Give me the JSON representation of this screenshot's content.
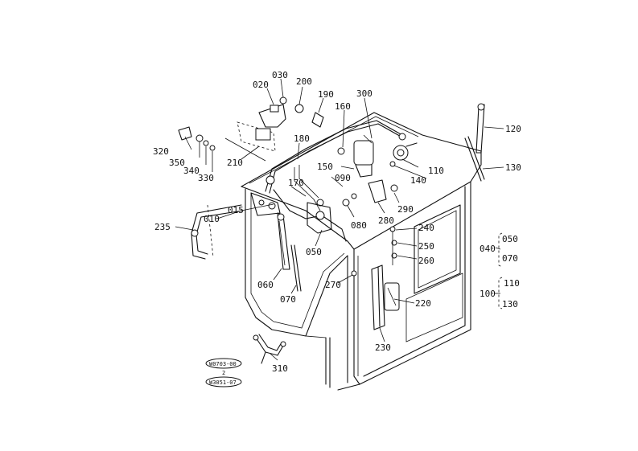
{
  "parts": {
    "p015": "015",
    "p010": "010",
    "p020": "020",
    "p030": "030",
    "p040": "040",
    "p050a": "050",
    "p050b": "050",
    "p060": "060",
    "p070a": "070",
    "p070b": "070",
    "p080": "080",
    "p090": "090",
    "p100": "100",
    "p110a": "110",
    "p110b": "110",
    "p120": "120",
    "p130a": "130",
    "p130b": "130",
    "p140": "140",
    "p150": "150",
    "p160": "160",
    "p170": "170",
    "p180": "180",
    "p190": "190",
    "p200": "200",
    "p210": "210",
    "p220": "220",
    "p230": "230",
    "p235": "235",
    "p240": "240",
    "p250": "250",
    "p260": "260",
    "p270": "270",
    "p280": "280",
    "p290": "290",
    "p300": "300",
    "p310": "310",
    "p320": "320",
    "p330": "330",
    "p340": "340",
    "p350": "350"
  },
  "refs": {
    "ref1": "W0703-00",
    "ref2": "W3051-07",
    "sep": "2"
  }
}
